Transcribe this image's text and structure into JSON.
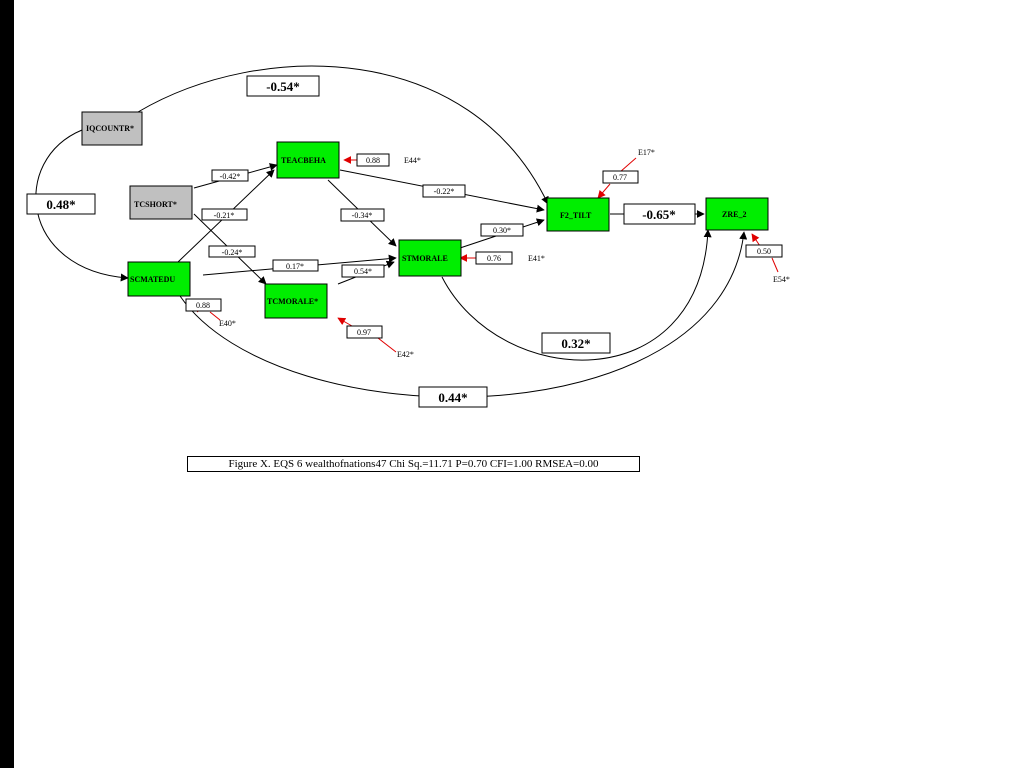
{
  "colors": {
    "latent_fill": "#00ee00",
    "observed_fill": "#c0c0c0",
    "error_arrow": "#e00000",
    "stroke": "#000000",
    "left_bar": "#000000"
  },
  "nodes": {
    "iqcountr": "IQCOUNTR*",
    "tcshort": "TCSHORT*",
    "teacbeha": "TEACBEHA",
    "scmatedu": "SCMATEDU",
    "tcmorale": "TCMORALE*",
    "stmorale": "STMORALE",
    "f2_tilt": "F2_TILT",
    "zre_2": "ZRE_2"
  },
  "coefficients": {
    "iq_to_f2": "-0.54*",
    "iq_to_scmatedu": "0.48*",
    "tcshort_to_teacbeha": "-0.42*",
    "scmatedu_to_teacbeha": "-0.21*",
    "tcshort_to_tcmorale": "-0.24*",
    "scmatedu_to_stmorale": "0.17*",
    "tcmorale_to_stmorale": "0.54*",
    "teacbeha_to_stmorale": "-0.34*",
    "teacbeha_to_f2": "-0.22*",
    "stmorale_to_f2": "0.30*",
    "f2_to_zre": "-0.65*",
    "stmorale_to_zre": "0.32*",
    "scmatedu_to_zre": "0.44*"
  },
  "errors": {
    "e44": {
      "label": "E44*",
      "value": "0.88"
    },
    "e41": {
      "label": "E41*",
      "value": "0.76"
    },
    "e17": {
      "label": "E17*",
      "value": "0.77"
    },
    "e54": {
      "label": "E54*",
      "value": "0.50"
    },
    "e40": {
      "label": "E40*",
      "value": "0.88"
    },
    "e42": {
      "label": "E42*",
      "value": "0.97"
    }
  },
  "caption": "Figure X. EQS 6 wealthofnations47 Chi Sq.=11.71 P=0.70 CFI=1.00 RMSEA=0.00"
}
